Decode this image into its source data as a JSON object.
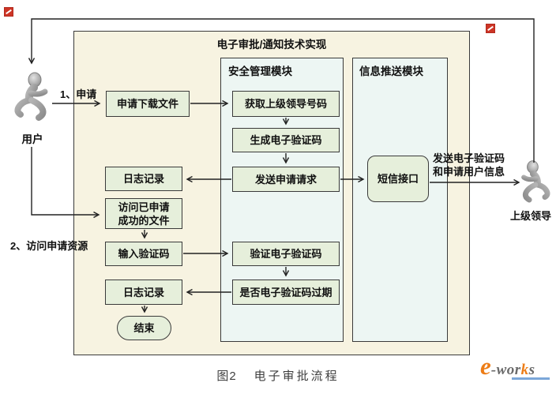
{
  "diagram": {
    "title": "电子审批/通知技术实现",
    "modules": {
      "security": "安全管理模块",
      "push": "信息推送模块"
    },
    "actors": {
      "user": "用户",
      "leader": "上级领导"
    },
    "edge_labels": {
      "apply": "1、申请",
      "access": "2、访问申请资源",
      "send_line1": "发送电子验证码",
      "send_line2": "和申请用户信息"
    },
    "nodes": {
      "apply_download": "申请下载文件",
      "get_leader_number": "获取上级领导号码",
      "generate_code": "生成电子验证码",
      "send_request": "发送申请请求",
      "log_record_1": "日志记录",
      "access_file_line1": "访问已申请",
      "access_file_line2": "成功的文件",
      "input_code": "输入验证码",
      "verify_code": "验证电子验证码",
      "code_expired": "是否电子验证码过期",
      "log_record_2": "日志记录",
      "end": "结束",
      "sms_interface": "短信接口"
    }
  },
  "caption": {
    "figure_no": "图2",
    "text": "电子审批流程"
  },
  "logo": {
    "e": "e",
    "dash_wor": "-wor",
    "k": "k",
    "s": "s"
  },
  "icons": {
    "user_icon": "running-person",
    "leader_icon": "running-person",
    "red_marker_icon": "small red square marker"
  },
  "colors": {
    "container_fill": "#f7f3e1",
    "module_fill": "#edf6f3",
    "node_fill": "#e6efdb",
    "border": "#3a3a3a",
    "arrow": "#222222",
    "logo_orange": "#ed7d17",
    "logo_gray": "#6a6a6a",
    "logo_bar_blue": "#7ba7d9",
    "red_marker": "#cd3526"
  }
}
